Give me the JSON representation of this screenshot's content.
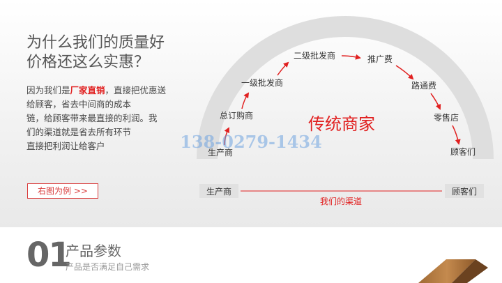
{
  "headline": {
    "line1": "为什么我们的质量好",
    "line2": "价格还这么实惠？"
  },
  "description": {
    "line1_pre": "因为我们是",
    "line1_highlight": "厂家直销",
    "line1_post": "，直接把优惠送",
    "line2": "给顾客，省去中间商的成本",
    "line3": "链，给顾客带来最直接的利润。我",
    "line4": "们的渠道就是省去所有环节",
    "line5": "直接把利润让给客户"
  },
  "example_button": "右图为例 >>",
  "diagram": {
    "arc_title": "传统商家",
    "arc_stages": [
      "生产商",
      "总订购商",
      "一级批发商",
      "二级批发商",
      "推广费",
      "路通费",
      "零售店",
      "顾客们"
    ],
    "watermark": "138-0279-1434",
    "direct_start": "生产商",
    "direct_end": "顾客们",
    "direct_label": "我们的渠道"
  },
  "section": {
    "number": "01",
    "title": "产品参数",
    "subtitle": "产品是否满足自己需求"
  },
  "colors": {
    "accent": "#e12020",
    "arc": "#dcdcdc",
    "panel": "#f2f2f2"
  }
}
